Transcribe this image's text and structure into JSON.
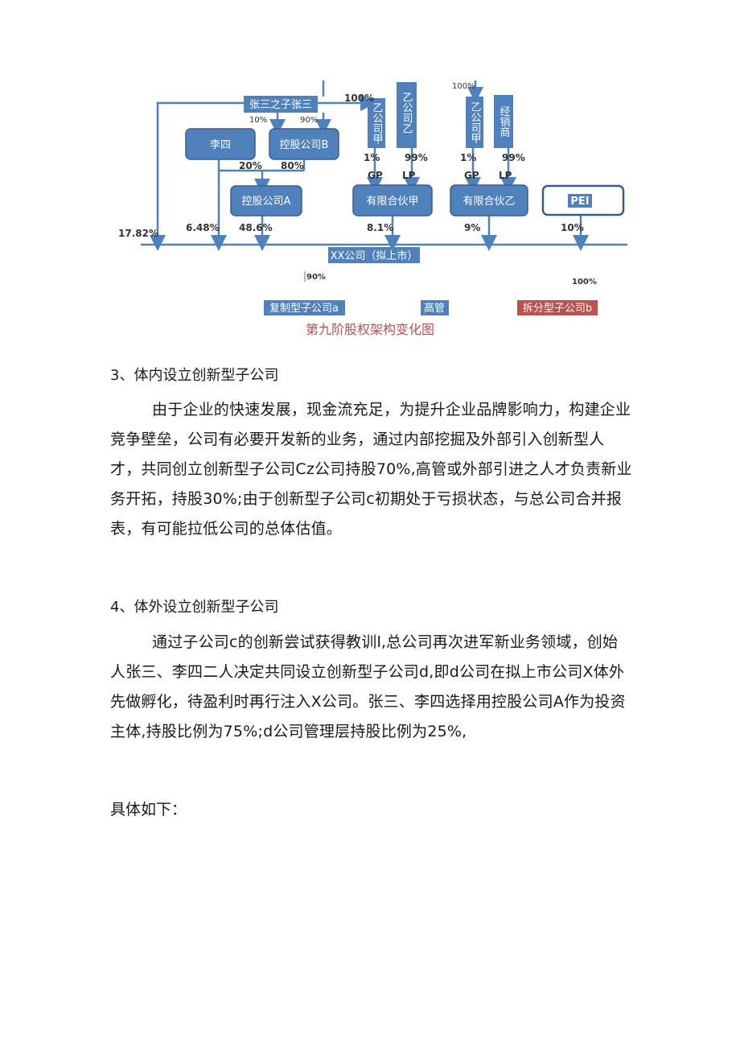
{
  "diagram": {
    "nodes": {
      "zhang_san_son": "张三之子张三",
      "li_si": "李四",
      "holding_b": "控股公司B",
      "holding_a": "控股公司A",
      "gp_jia_box": "乙公司甲",
      "lp_jia_box": "乙公司乙",
      "gp_yi_box": "乙公司甲",
      "distributor": "经销商",
      "partnership_jia": "有限合伙甲",
      "partnership_yi": "有限合伙乙",
      "pei": "PEI",
      "xx_company": "XX公司（拟上市）",
      "sub_a": "复制型子公司a",
      "executives": "高管",
      "sub_b": "拆分型子公司b"
    },
    "labels": {
      "p100_top": "100%",
      "p10": "10%",
      "p90_top": "90%",
      "p100_left": "100%",
      "p20": "20%",
      "p80": "80%",
      "p1_jia": "1%",
      "p99_jia": "99%",
      "p1_yi": "1%",
      "p99_yi": "99%",
      "gp_jia": "GP",
      "lp_jia": "LP",
      "gp_yi": "GP",
      "lp_yi": "LP",
      "p17_82": "17.82%",
      "p6_48": "6.48%",
      "p48_6": "48.6%",
      "p8_1": "8.1%",
      "p9": "9%",
      "p10_pei": "10%",
      "p90_sub": "90%",
      "p100_sub": "100%"
    },
    "caption": "第九阶股权架构变化图"
  },
  "section3": {
    "heading": "3、体内设立创新型子公司",
    "para": "由于企业的快速发展，现金流充足，为提升企业品牌影响力，构建企业竞争壁垒，公司有必要开发新的业务，通过内部挖掘及外部引入创新型人才，共同创立创新型子公司Cz公司持股70%,高管或外部引进之人才负责新业务开拓，持股30%;由于创新型子公司c初期处于亏损状态，与总公司合并报表，有可能拉低公司的总体估值。"
  },
  "section4": {
    "heading": "4、体外设立创新型子公司",
    "para": "通过子公司c的创新尝试获得教训l,总公司再次进军新业务领域，创始人张三、李四二人决定共同设立创新型子公司d,即d公司在拟上市公司X体外先做孵化，待盈利时再行注入X公司。张三、李四选择用控股公司A作为投资主体,持股比例为75%;d公司管理层持股比例为25%,"
  },
  "closing": "具体如下：",
  "colors": {
    "box_blue": "#4f81bd",
    "box_border": "#385d8a",
    "box_red": "#c0504d",
    "caption_red": "#c0504d"
  }
}
